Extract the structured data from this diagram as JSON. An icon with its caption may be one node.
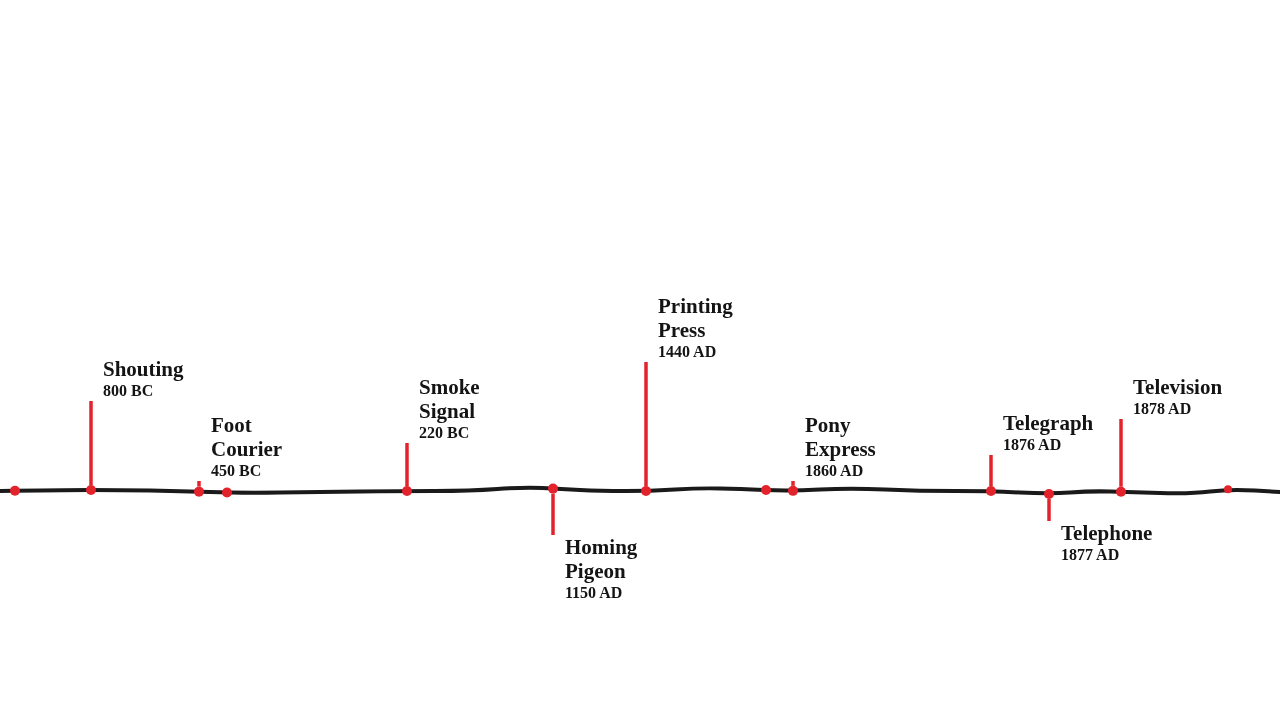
{
  "diagram": {
    "nodes": [
      {
        "text": [
          "Shouting",
          "800 BC"
        ]
      },
      {
        "text": [
          "Foot Courier",
          "450 BC"
        ]
      },
      {
        "text": [
          "Smoke Signal",
          "220 BC"
        ]
      },
      {
        "text": [
          "Homing Pigeon",
          "1150 AD"
        ]
      },
      {
        "text": [
          "Printing Press",
          "1440 AD"
        ]
      },
      {
        "text": [
          "Pony Express",
          "1860 AD"
        ]
      },
      {
        "text": [
          "Telegraph",
          "1876 AD"
        ]
      },
      {
        "text": [
          "Telephone",
          "1877 AD"
        ]
      },
      {
        "text": [
          "Television",
          "1878 AD"
        ]
      },
      {
        "text": [],
        "shape": "circle"
      },
      {
        "text": [],
        "shape": "circle"
      },
      {
        "text": [],
        "shape": "circle"
      },
      {
        "text": [],
        "shape": "circle"
      },
      {
        "text": [],
        "shape": "circle"
      },
      {
        "text": [],
        "shape": "circle"
      },
      {
        "text": [],
        "shape": "circle"
      },
      {
        "text": [],
        "shape": "circle"
      },
      {
        "text": [],
        "shape": "circle"
      },
      {
        "text": [],
        "shape": "circle"
      },
      {
        "text": [],
        "shape": "circle"
      },
      {
        "text": [],
        "shape": "circle"
      },
      {
        "text": [],
        "shape": "circle"
      }
    ],
    "edges": [
      {
        "from": 0,
        "to": 10,
        "arrow": "none"
      },
      {
        "from": 1,
        "to": 11,
        "arrow": "none"
      },
      {
        "from": 2,
        "to": 13,
        "arrow": "none"
      },
      {
        "from": 3,
        "to": 14,
        "arrow": "none"
      },
      {
        "from": 4,
        "to": 15,
        "arrow": "none"
      },
      {
        "from": 5,
        "to": 17,
        "arrow": "none"
      },
      {
        "from": 6,
        "to": 18,
        "arrow": "none"
      },
      {
        "from": 7,
        "to": 19,
        "arrow": "none"
      },
      {
        "from": 8,
        "to": 20,
        "arrow": "none"
      }
    ]
  }
}
